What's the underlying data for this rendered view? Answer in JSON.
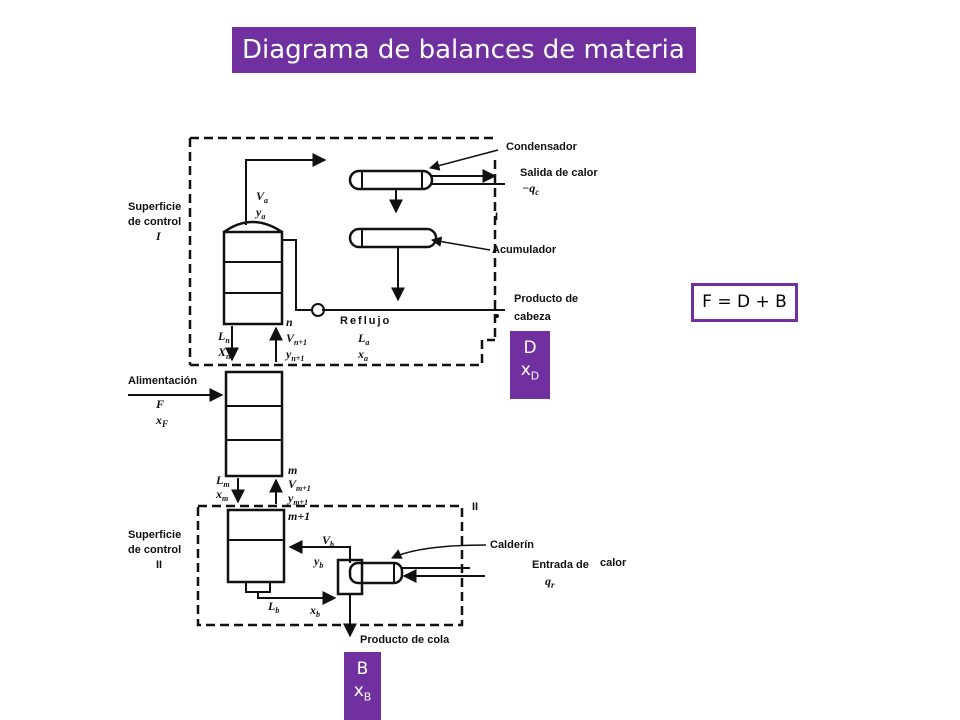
{
  "title": "Diagrama de balances de materia",
  "equation": "F = D + B",
  "distillate_box": {
    "name": "D",
    "comp": "x",
    "sub": "D"
  },
  "bottoms_box": {
    "name": "B",
    "comp": "x",
    "sub": "B"
  },
  "labels": {
    "condensador": "Condensador",
    "salida_calor": "Salida de calor",
    "qc": "−q",
    "qc_sub": "c",
    "acumulador": "Acumulador",
    "producto_cabeza_1": "Producto de",
    "producto_cabeza_2": "cabeza",
    "reflujo": "Reflujo",
    "sup_control_1": "Superficie",
    "sup_control_2": "de control",
    "sup_control_i": "I",
    "roman_i": "I",
    "alimentacion": "Alimentación",
    "feed_F": "F",
    "feed_xF": "x",
    "feed_xF_sub": "F",
    "sup_control_ii_1": "Superficie",
    "sup_control_ii_2": "de control",
    "sup_control_ii_3": "II",
    "roman_ii": "II",
    "calderin": "Calderín",
    "entrada_de": "Entrada de",
    "calor": "calor",
    "qr": "q",
    "qr_sub": "r",
    "producto_cola": "Producto de cola"
  },
  "variables": {
    "Va": "V",
    "Va_sub": "a",
    "ya": "y",
    "ya_sub": "a",
    "Ln": "L",
    "Ln_sub": "n",
    "xn": "X",
    "xn_sub": "n",
    "n": "n",
    "Vn1": "V",
    "Vn1_sub": "n+1",
    "yn1": "y",
    "yn1_sub": "n+1",
    "La": "L",
    "La_sub": "a",
    "xa": "x",
    "xa_sub": "a",
    "Lm": "L",
    "Lm_sub": "m",
    "xm": "x",
    "xm_sub": "m",
    "m": "m",
    "Vm1": "V",
    "Vm1_sub": "m+1",
    "ym1": "y",
    "ym1_sub": "m+1",
    "m1": "m+1",
    "Vb": "V",
    "Vb_sub": "b",
    "yb": "y",
    "yb_sub": "b",
    "Lb": "L",
    "Lb_sub": "b",
    "xb": "x",
    "xb_sub": "b"
  }
}
